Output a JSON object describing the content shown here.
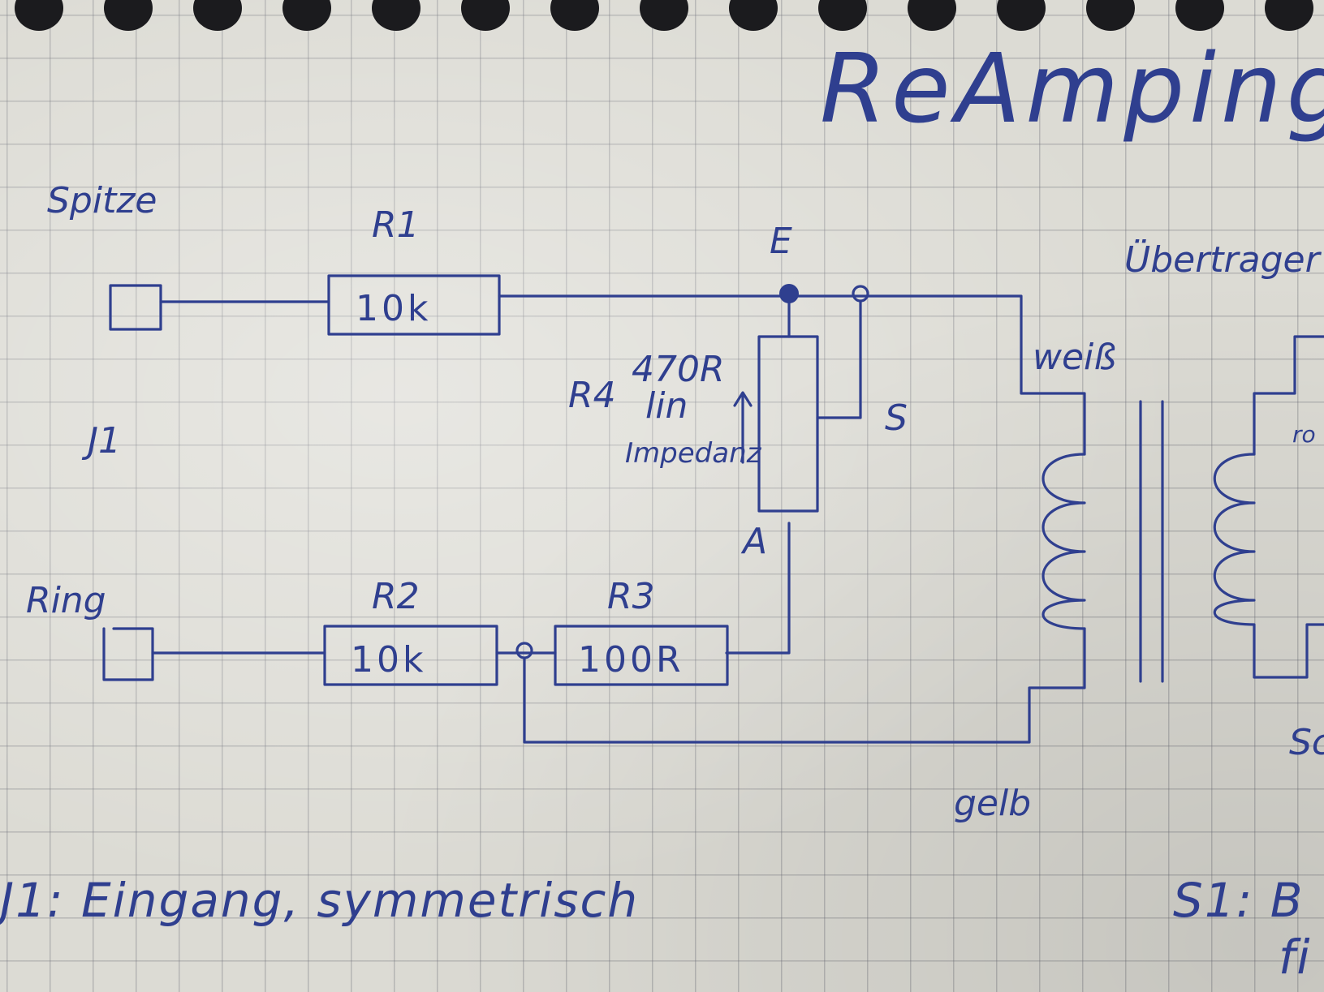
{
  "title": "ReAmping",
  "labels": {
    "spitze": "Spitze",
    "ring": "Ring",
    "j1": "J1",
    "r1": "R1",
    "r2": "R2",
    "r3": "R3",
    "r4": "R4",
    "e": "E",
    "a": "A",
    "s": "S",
    "weiss": "weiß",
    "gelb": "gelb",
    "uebertrager": "Übertrager"
  },
  "values": {
    "r1": "10k",
    "r2": "10k",
    "r3": "100R",
    "r4_value": "470R",
    "r4_type": "lin",
    "impedance": "Impedanz"
  },
  "notes": {
    "j1_note": "J1: Eingang, symmetrisch",
    "s1_note_partial": "S1: B",
    "s1_note_line2": "fi",
    "right_partial_1": "Sc",
    "right_partial_2": "ro"
  },
  "colors": {
    "ink": "#2f3f8f",
    "paper": "#dcdbd4",
    "grid": "#8a8a96"
  }
}
